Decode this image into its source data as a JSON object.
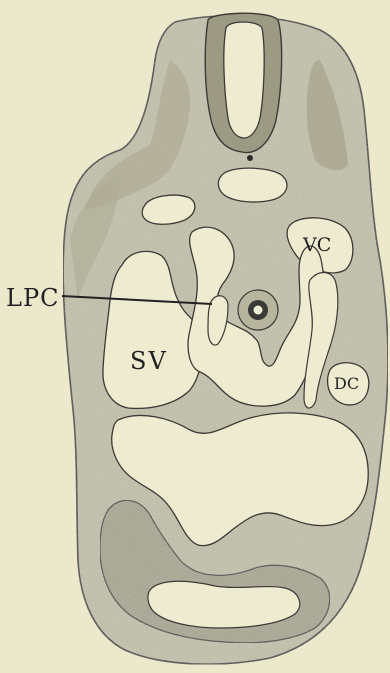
{
  "labels": {
    "lpc": "LPC",
    "vc": "VC",
    "sv": "SV",
    "dc": "DC"
  },
  "colors": {
    "paper": "#ebe8cb",
    "tissue": "#c4c1aa",
    "tissue_dark": "#a9a690",
    "cavity": "#eeebd1",
    "ink": "#3a3a36"
  }
}
